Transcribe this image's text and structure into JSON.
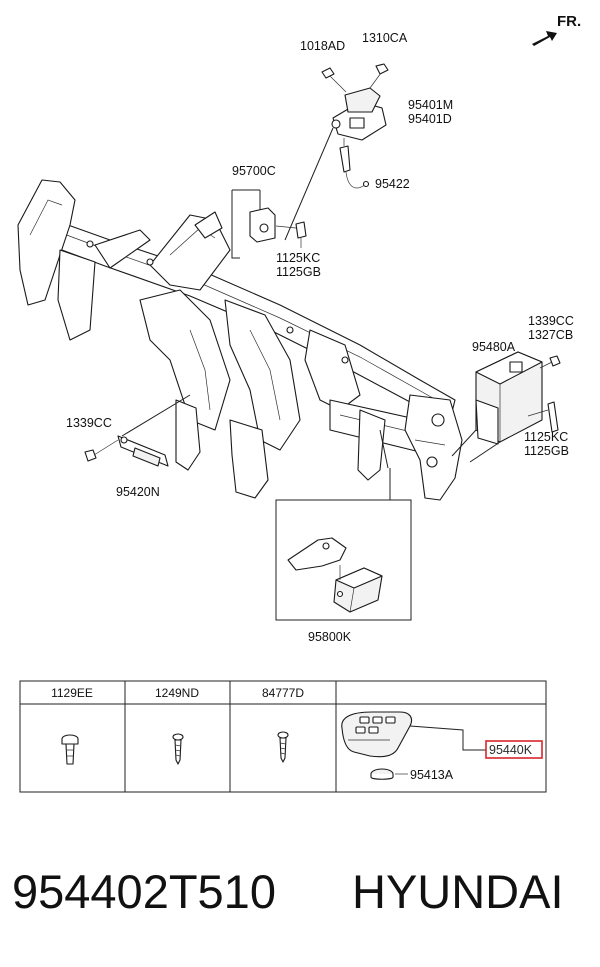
{
  "orientation": {
    "label": "FR."
  },
  "callouts": {
    "bolt_1018ad": "1018AD",
    "nut_1310ca": "1310CA",
    "bracket_95401m": "95401M",
    "bracket_95401d": "95401D",
    "sensor_95422": "95422",
    "module_95700c": "95700C",
    "bolt_1125kc_a": "1125KC",
    "bolt_1125gb_a": "1125GB",
    "nut_1339cc_a": "1339CC",
    "nut_1327cb": "1327CB",
    "module_95480a": "95480A",
    "bolt_1125kc_b": "1125KC",
    "bolt_1125gb_b": "1125GB",
    "nut_1339cc_b": "1339CC",
    "antenna_95420n": "95420N",
    "unit_95800k": "95800K",
    "battery_95413a": "95413A",
    "key_95440k": "95440K"
  },
  "fastener_table": {
    "headers": [
      "1129EE",
      "1249ND",
      "84777D",
      ""
    ]
  },
  "highlight_color": "#d9262c",
  "footer": {
    "part_number": "954402T510",
    "brand": "HYUNDAI"
  }
}
